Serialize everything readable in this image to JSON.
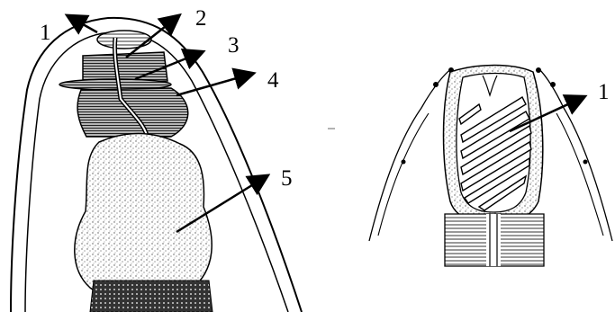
{
  "labels": {
    "left": [
      "1",
      "2",
      "3",
      "4",
      "5"
    ],
    "right": [
      "1"
    ]
  }
}
